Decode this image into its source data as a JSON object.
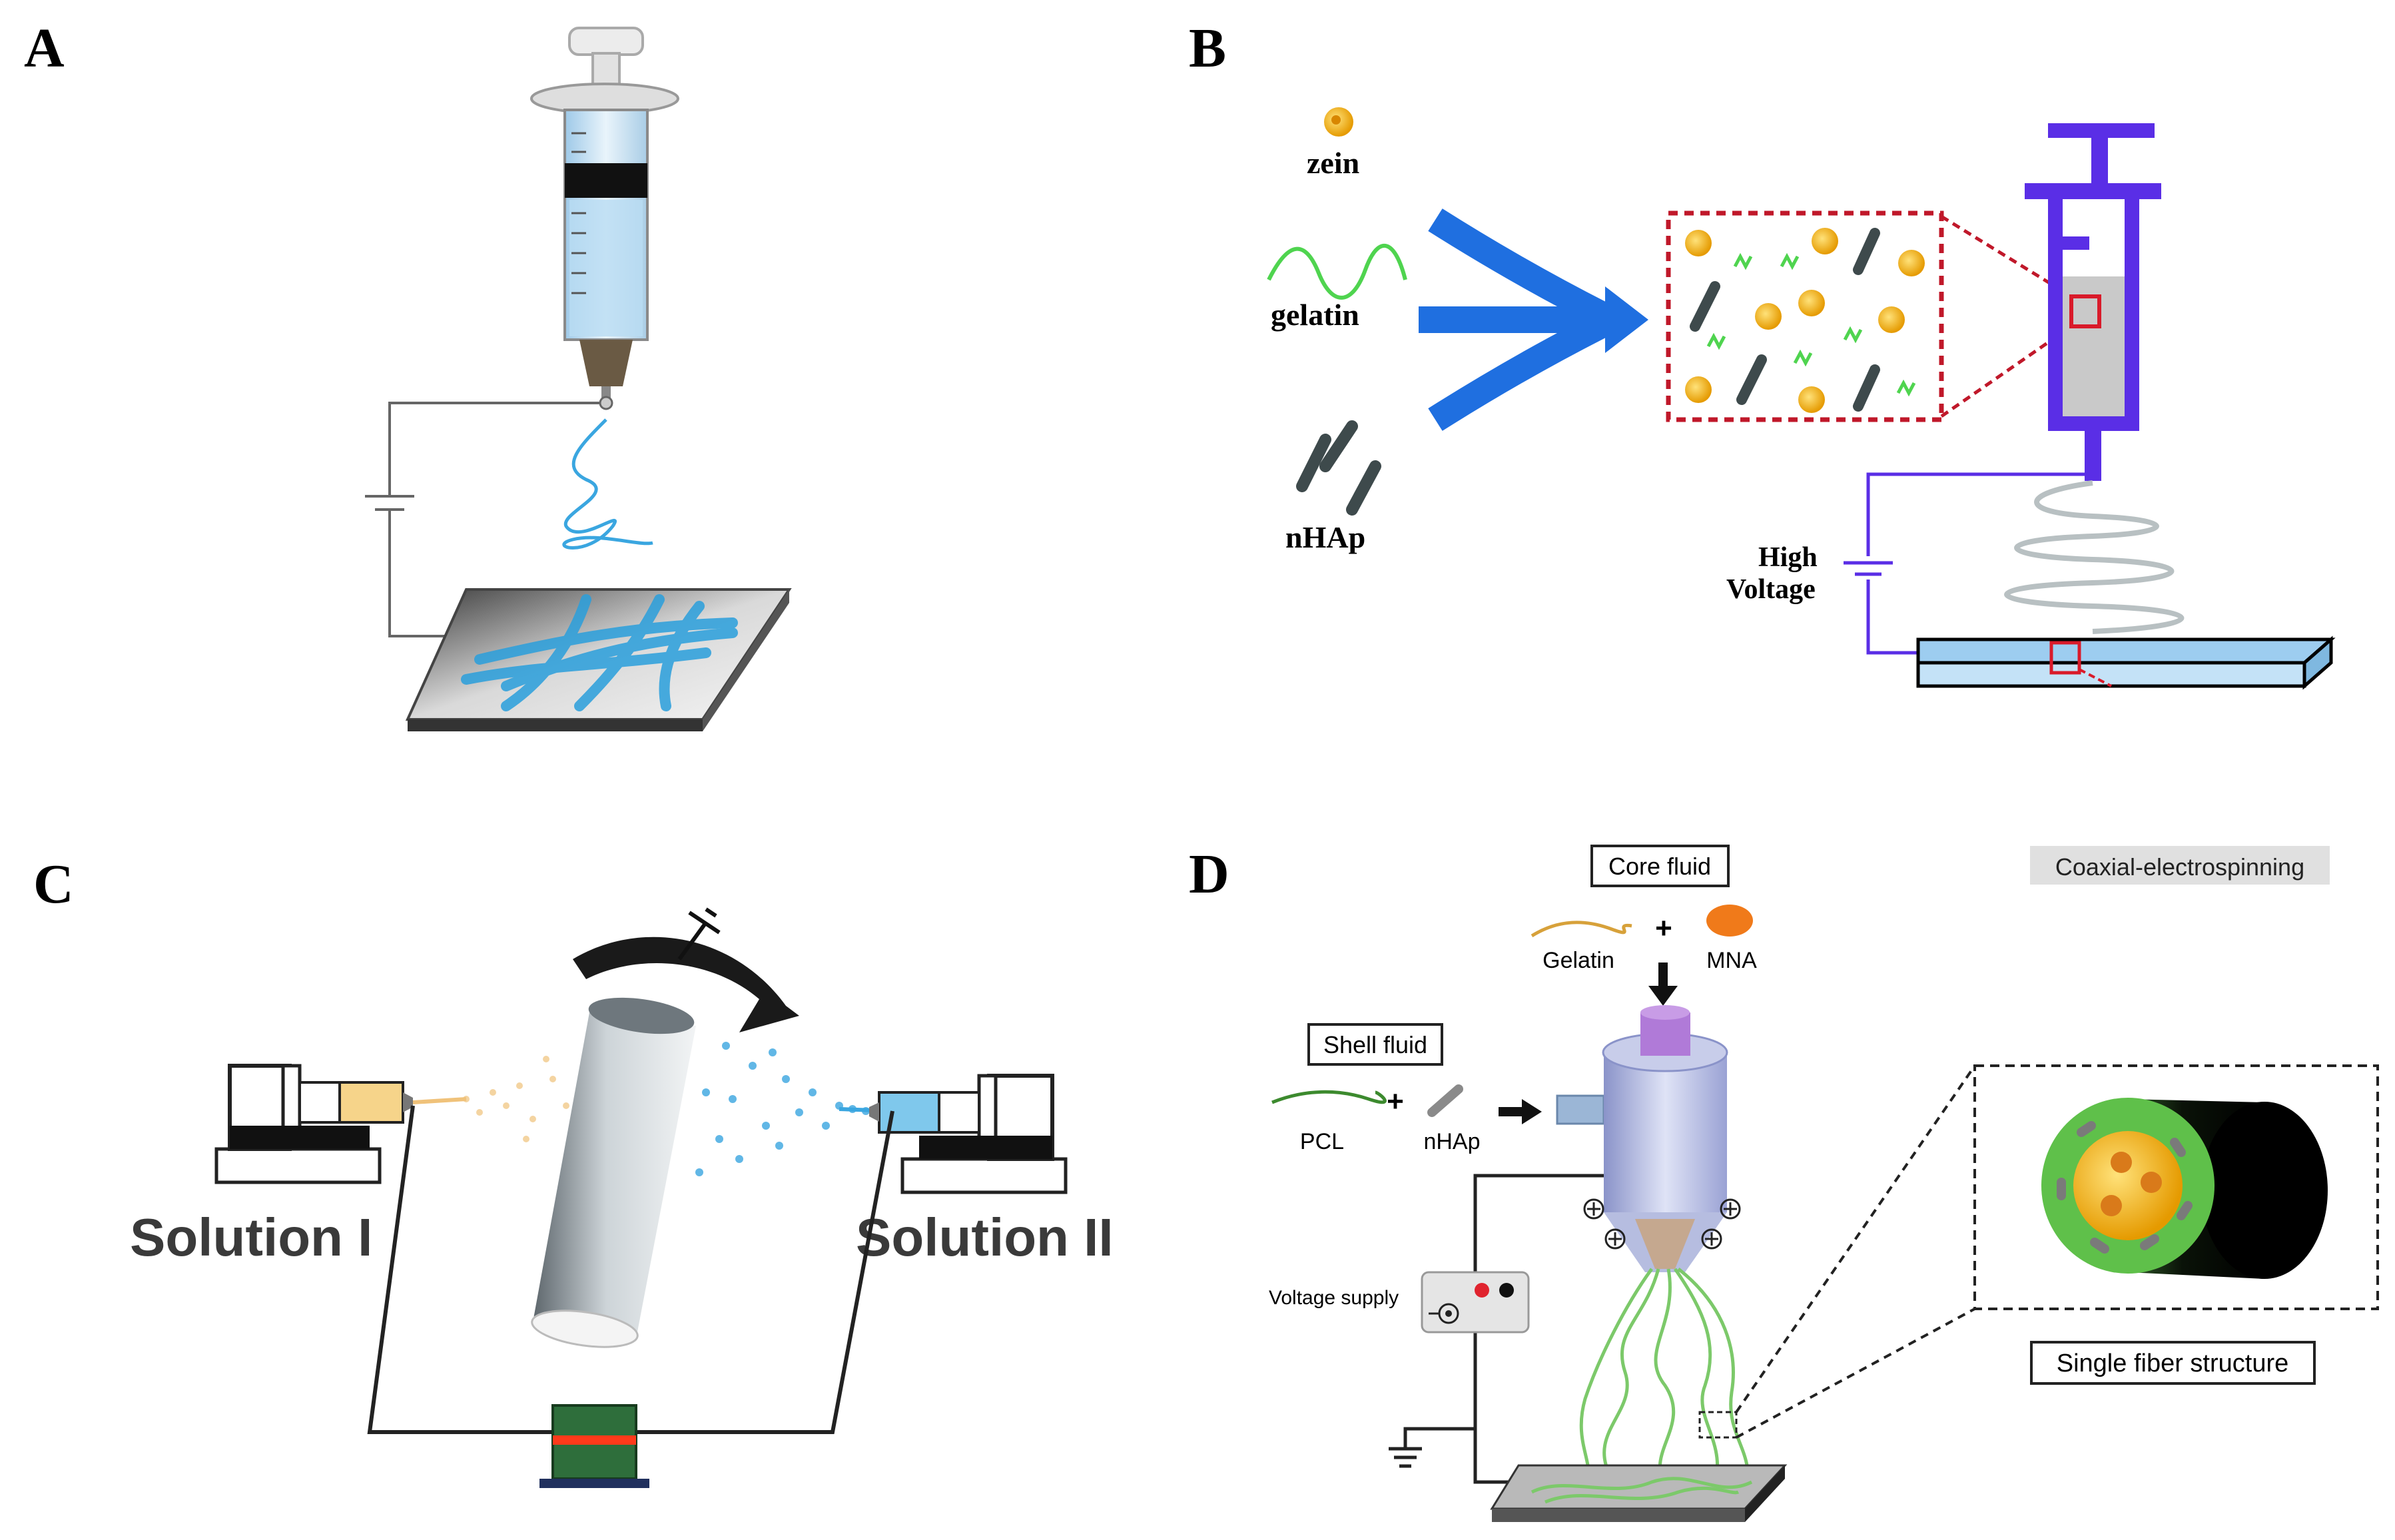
{
  "panels": {
    "a": {
      "letter": "A"
    },
    "b": {
      "letter": "B",
      "ingredients": [
        "zein",
        "gelatin",
        "nHAp"
      ],
      "voltage_line1": "High",
      "voltage_line2": "Voltage"
    },
    "c": {
      "letter": "C",
      "left_solution": "Solution I",
      "right_solution": "Solution II"
    },
    "d": {
      "letter": "D",
      "title": "Coaxial-electrospinning",
      "core_fluid": "Core fluid",
      "gelatin": "Gelatin",
      "mna": "MNA",
      "shell_fluid": "Shell fluid",
      "pcl": "PCL",
      "nhap": "nHAp",
      "voltage_supply": "Voltage supply",
      "single_fiber": "Single fiber structure",
      "plus": "+"
    }
  },
  "colors": {
    "fiber_blue": "#2a9fdc",
    "arrow_blue": "#1f6fe0",
    "syringe_purple": "#5a2ee6",
    "zein_orange": "#f2b400",
    "gelatin_green": "#4fd44f",
    "rod_gray": "#3e4a4c",
    "red": "#e0232e",
    "shell_green": "#5fc04a",
    "core_orange": "#f5a300"
  }
}
